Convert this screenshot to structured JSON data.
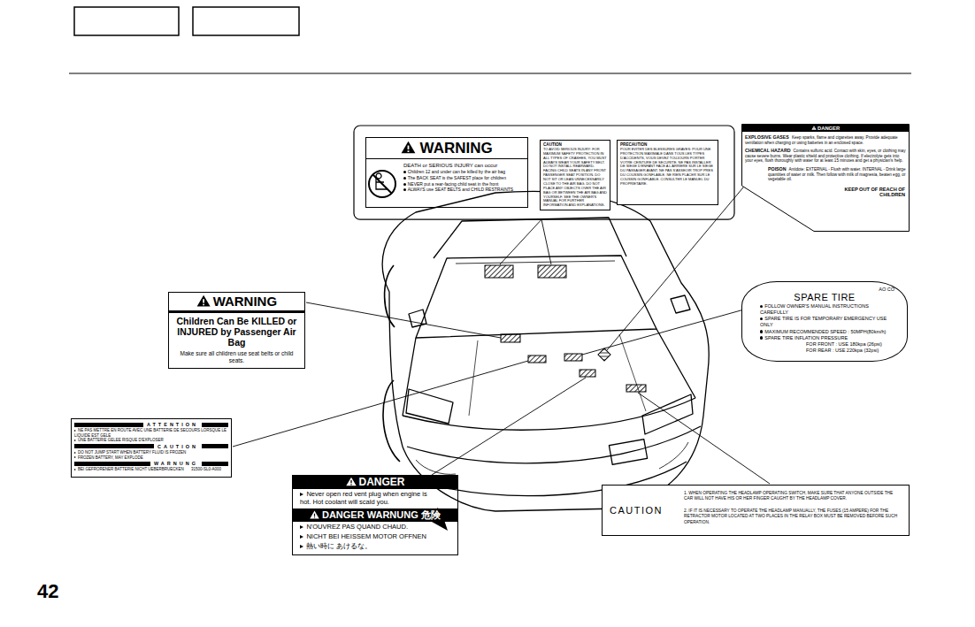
{
  "diagram": {
    "nodes": [
      {
        "text": [
          "WARNING",
          "DEATH or SERIOUS INJURY can occur",
          "Children 12 and under can be killed by the air bag",
          "The BACK SEAT is the SAFEST place for children",
          "NEVER put a rear-facing child seat in the front",
          "ALWAYS use SEAT BELTS and CHILD RESTRAINTS"
        ]
      },
      {
        "text": [
          "CAUTION",
          "TO AVOID SERIOUS INJURY: FOR MAXIMUM SAFETY PROTECTION IN ALL TYPES OF CRASHES, YOU MUST ALWAYS WEAR YOUR SAFETY BELT. DO NOT INSTALL REARWARD-FACING CHILD SEATS IN ANY FRONT PASSENGER SEAT POSITION. DO NOT SIT OR LEAN UNNECESSARILY CLOSE TO THE AIR BAG. DO NOT PLACE ANY OBJECTS OVER THE AIR BAG OR BETWEEN THE AIR BAG AND YOURSELF. SEE THE OWNER'S MANUAL FOR FURTHER INFORMATION AND EXPLANATIONS."
        ]
      },
      {
        "text": [
          "PRECAUTION",
          "POUR EVITER DES BLESSURES GRAVES: POUR UNE PROTECTION MAXIMALE DANS TOUS LES TYPES D'ACCIDENTS, VOUS DEVEZ TOUJOURS PORTER VOTRE CEINTURE DE SECURITE. NE PAS INSTALLER DE SIEGE D'ENFANT FACE A L'ARRIERE SUR LE SIEGE DU PASSAGER AVANT. NE PAS S'ASSEOIR TROP PRES DU COUSSIN GONFLABLE. NE RIEN PLACER SUR LE COUSSIN GONFLABLE. CONSULTER LE MANUEL DU PROPRIETAIRE."
        ]
      },
      {
        "text": [
          "DANGER",
          "EXPLOSIVE GASES",
          "Keep sparks, flame and cigarettes away. Provide adequate ventilation when charging or using batteries in an enclosed space.",
          "CHEMICAL HAZARD",
          "Contains sulfuric acid. Contact with skin, eyes, or clothing may cause severe burns. Wear plastic shield and protective clothing. If electrolyte gets into your eyes, flush thoroughly with water for at least 15 minutes and get a physician's help.",
          "POISON",
          "Antidote: EXTERNAL - Flush with water. INTERNAL - Drink large quantities of water or milk. Then follow with milk of magnesia, beaten egg, or vegetable oil.",
          "KEEP OUT OF REACH OF CHILDREN"
        ]
      },
      {
        "text": [
          "WARNING",
          "Children Can Be KILLED or INJURED by Passenger Air Bag",
          "Make sure all children use seat belts or child seats."
        ]
      },
      {
        "text": [
          "AO CO",
          "SPARE TIRE",
          "FOLLOW OWNER'S MANUAL INSTRUCTIONS CAREFULLY",
          "SPARE TIRE IS FOR TEMPORARY EMERGENCY USE ONLY",
          "MAXIMUM RECOMMENDED SPEED : 50MPH(80km/h)",
          "SPARE TIRE INFLATION PRESSURE",
          "FOR FRONT : USE 180kpa (26psi)",
          "FOR REAR : USE 220kpa (32psi)"
        ]
      },
      {
        "text": [
          "ATTENTION",
          "NE PAS METTRE EN ROUTE AVEC UNE BATTERIE DE SECOURS LORSQUE LE LIQUIDE EST GELE",
          "UNE BATTERIE GELEE RISQUE D'EXPLOSER",
          "CAUTION",
          "DO NOT JUMP START WHEN BATTERY FLUID IS FROZEN",
          "FROZEN BATTERY, MAY EXPLODE",
          "WARNUNG",
          "BEI GEFRORENER BATTERIE NICHT UEBERBRUECKEN",
          "31500-SL0-A000"
        ]
      },
      {
        "text": [
          "DANGER",
          "Never open red vent plug when engine is hot. Hot coolant will scald you.",
          "DANGER WARNUNG 危険",
          "N'OUVREZ PAS QUAND CHAUD.",
          "NICHT BEI HEISSEM MOTOR OFFNEN",
          "熱い時に あけるな。"
        ]
      },
      {
        "text": [
          "CAUTION",
          "1. WHEN OPERATING THE HEADLAMP OPERATING SWITCH, MAKE SURE THAT ANYONE OUTSIDE THE CAR WILL NOT HAVE HIS OR HER FINGER CAUGHT BY THE HEADLAMP COVER.",
          "2. IF IT IS NECESSARY TO OPERATE THE HEADLAMP MANUALLY, THE FUSES (15 AMPERE) FOR THE RETRACTOR MOTOR LOCATED AT TWO PLACES IN THE RELAY BOX MUST BE REMOVED BEFORE SUCH OPERATION."
        ]
      }
    ],
    "labels": [
      "42"
    ]
  }
}
